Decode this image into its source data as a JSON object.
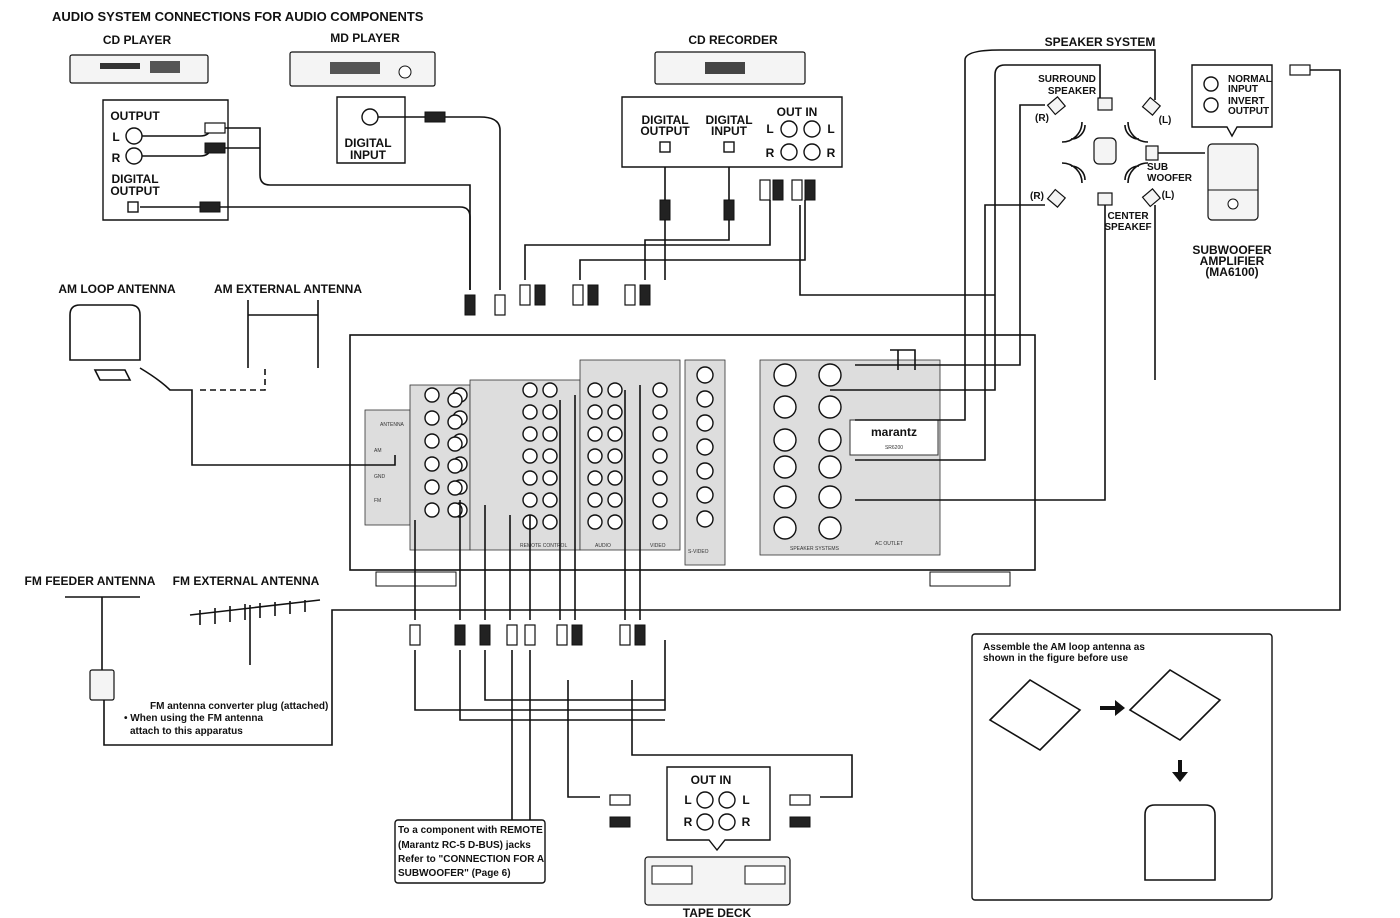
{
  "title": "AUDIO SYSTEM CONNECTIONS FOR AUDIO COMPONENTS",
  "cd_player": {
    "label": "CD PLAYER",
    "output": "OUTPUT",
    "l": "L",
    "r": "R",
    "digital_output": [
      "DIGITAL",
      "OUTPUT"
    ]
  },
  "md_player": {
    "label": "MD PLAYER",
    "digital_input": [
      "DIGITAL",
      "INPUT"
    ]
  },
  "cd_recorder": {
    "label": "CD RECORDER",
    "digital_output": [
      "DIGITAL",
      "OUTPUT"
    ],
    "digital_input": [
      "DIGITAL",
      "INPUT"
    ],
    "out_in": "OUT  IN",
    "l": "L",
    "r": "R"
  },
  "speaker_system": {
    "label": "SPEAKER SYSTEM",
    "surround": [
      "SURROUND",
      "SPEAKER"
    ],
    "r": "(R)",
    "l": "(L)",
    "sub": [
      "SUB",
      "WOOFER"
    ],
    "center": [
      "CENTER",
      "SPEAKEF"
    ]
  },
  "subwoofer": {
    "normal_input": [
      "NORMAL",
      "INPUT"
    ],
    "invert_output": [
      "INVERT",
      "OUTPUT"
    ],
    "label": [
      "SUBWOOFER",
      "AMPLIFIER",
      "(MA6100)"
    ]
  },
  "antennas": {
    "am_loop": "AM LOOP ANTENNA",
    "am_external": "AM EXTERNAL ANTENNA",
    "fm_feeder": "FM FEEDER ANTENNA",
    "fm_external": "FM EXTERNAL ANTENNA",
    "fm_note": [
      "FM antenna converter plug (attached)",
      "• When using the FM antenna",
      "attach to this apparatus"
    ]
  },
  "receiver": {
    "brand": "marantz",
    "model": "SR6200",
    "panel_labels": [
      "ANTENNA",
      "AM",
      "GND",
      "FM",
      "SPEAKER SYSTEMS",
      "AC OUTLET",
      "AUDIO",
      "VIDEO",
      "S-VIDEO",
      "REMOTE CONTROL"
    ]
  },
  "remote_note": [
    "To a component with REMOTE",
    "(Marantz RC-5 D-BUS) jacks",
    "Refer to \"CONNECTION FOR A",
    "SUBWOOFER\"  (Page 6)"
  ],
  "tape_deck": {
    "label": "TAPE DECK",
    "out_in": "OUT  IN",
    "l": "L",
    "r": "R"
  },
  "inset": {
    "text": [
      "Assemble the AM loop antenna as",
      "shown in the figure before use"
    ]
  }
}
